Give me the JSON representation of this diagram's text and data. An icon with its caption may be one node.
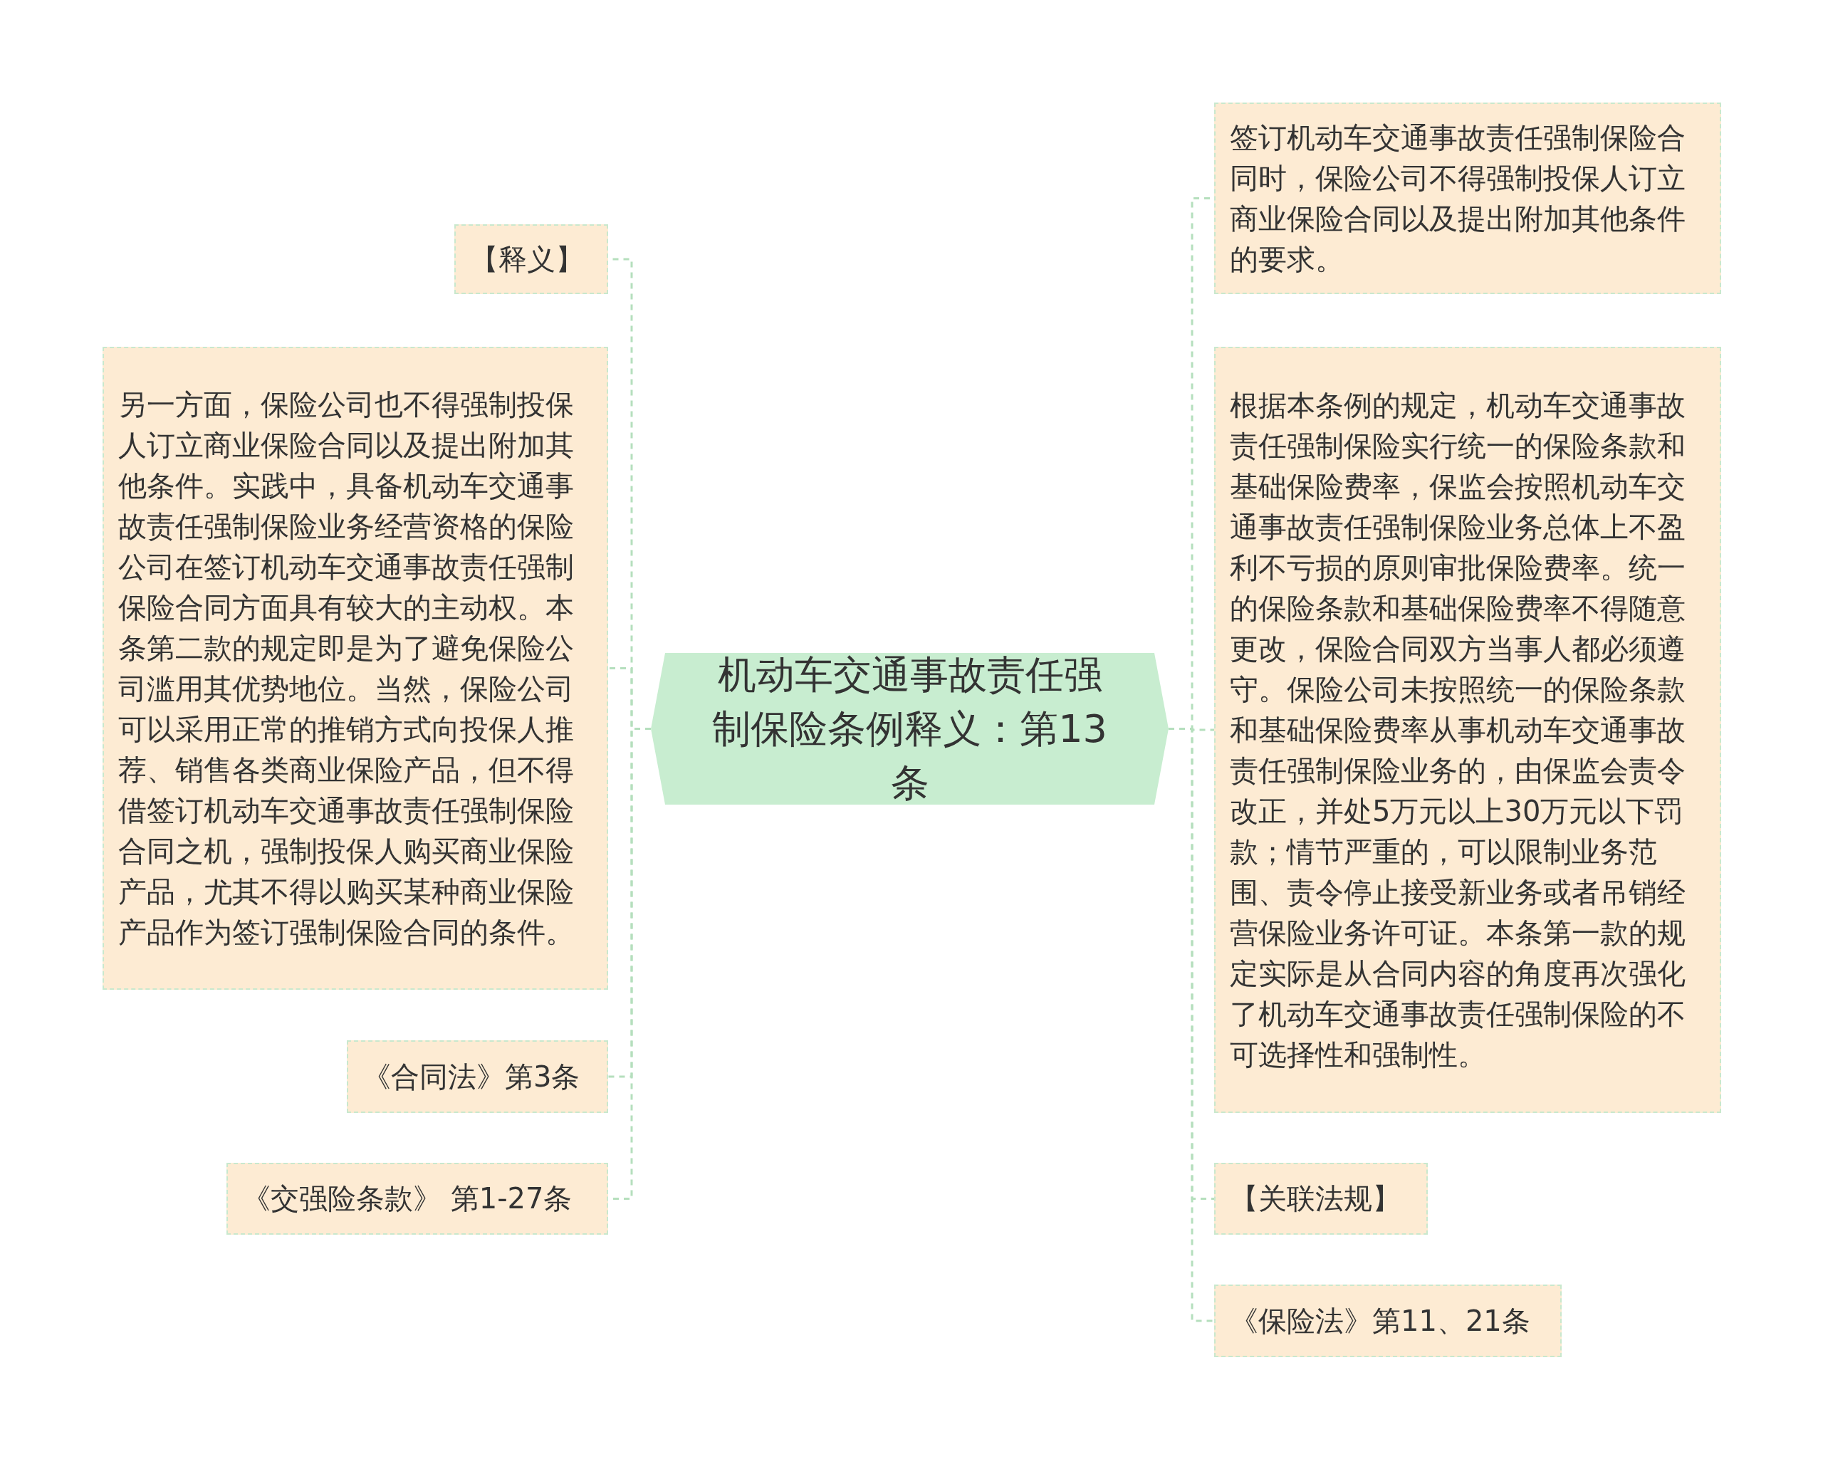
{
  "diagram": {
    "nodes": [
      {
        "text": [
          "机动车交通事故责任强制保险条例释义：第13条"
        ]
      },
      {
        "text": [
          "【释义】"
        ]
      },
      {
        "text": [
          "另一方面，保险公司也不得强制投保人订立商业保险合同以及提出附加其他条件。实践中，具备机动车交通事故责任强制保险业务经营资格的保险公司在签订机动车交通事故责任强制保险合同方面具有较大的主动权。本条第二款的规定即是为了避免保险公司滥用其优势地位。当然，保险公司可以采用正常的推销方式向投保人推荐、销售各类商业保险产品，但不得借签订机动车交通事故责任强制保险合同之机，强制投保人购买商业保险产品，尤其不得以购买某种商业保险产品作为签订强制保险合同的条件。"
        ]
      },
      {
        "text": [
          "《合同法》第3条"
        ]
      },
      {
        "text": [
          "《交强险条款》 第1-27条"
        ]
      },
      {
        "text": [
          "签订机动车交通事故责任强制保险合同时，保险公司不得强制投保人订立商业保险合同以及提出附加其他条件的要求。"
        ]
      },
      {
        "text": [
          "根据本条例的规定，机动车交通事故责任强制保险实行统一的保险条款和基础保险费率，保监会按照机动车交通事故责任强制保险业务总体上不盈利不亏损的原则审批保险费率。统一的保险条款和基础保险费率不得随意更改，保险合同双方当事人都必须遵守。保险公司未按照统一的保险条款和基础保险费率从事机动车交通事故责任强制保险业务的，由保监会责令改正，并处5万元以上30万元以下罚款；情节严重的，可以限制业务范围、责令停止接受新业务或者吊销经营保险业务许可证。本条第一款的规定实际是从合同内容的角度再次强化了机动车交通事故责任强制保险的不可选择性和强制性。"
        ]
      },
      {
        "text": [
          "【关联法规】"
        ]
      },
      {
        "text": [
          "《保险法》第11、21条"
        ]
      }
    ],
    "edges": [
      {
        "from": 0,
        "to": 1,
        "arrow": "none",
        "style": "dashed"
      },
      {
        "from": 0,
        "to": 2,
        "arrow": "none",
        "style": "dashed"
      },
      {
        "from": 0,
        "to": 3,
        "arrow": "none",
        "style": "dashed"
      },
      {
        "from": 0,
        "to": 4,
        "arrow": "none",
        "style": "dashed"
      },
      {
        "from": 0,
        "to": 5,
        "arrow": "none",
        "style": "dashed"
      },
      {
        "from": 0,
        "to": 6,
        "arrow": "none",
        "style": "dashed"
      },
      {
        "from": 0,
        "to": 7,
        "arrow": "none",
        "style": "dashed"
      },
      {
        "from": 0,
        "to": 8,
        "arrow": "none",
        "style": "dashed"
      }
    ]
  }
}
